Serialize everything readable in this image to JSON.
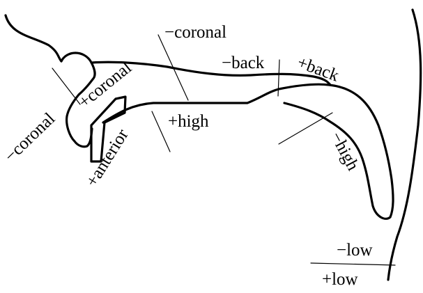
{
  "features": {
    "minus_coronal_top": "−coronal",
    "minus_back": "−back",
    "plus_back": "+back",
    "plus_coronal": "+coronal",
    "minus_coronal_left": "−coronal",
    "plus_high": "+high",
    "plus_anterior": "+anterior",
    "minus_high": "−high",
    "minus_low": "−low",
    "plus_low": "+low"
  },
  "colors": {
    "stroke": "#000000",
    "background": "#ffffff"
  }
}
